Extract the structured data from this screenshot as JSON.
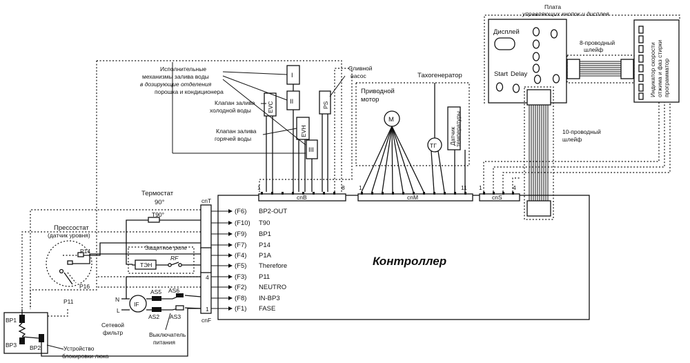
{
  "controller": {
    "title": "Контроллер"
  },
  "connectors": {
    "cnB": {
      "label": "cnB",
      "pin_first": "1",
      "pin_last": "8"
    },
    "cnM": {
      "label": "cnM",
      "pin_first": "1",
      "pin_last": "11"
    },
    "cnS": {
      "label": "cnS",
      "pin_first": "1",
      "pin_last": "4"
    },
    "cnT": {
      "label": "cnT"
    },
    "cnF": {
      "label": "cnF",
      "pin_4": "4",
      "pin_1": "1"
    }
  },
  "signals": [
    {
      "code": "(F6)",
      "name": "BP2-OUT"
    },
    {
      "code": "(F10)",
      "name": "T90"
    },
    {
      "code": "(F9)",
      "name": "BP1"
    },
    {
      "code": "(F7)",
      "name": "P14"
    },
    {
      "code": "(F4)",
      "name": "P1A"
    },
    {
      "code": "(F5)",
      "name": "Therefore"
    },
    {
      "code": "(F3)",
      "name": "P11"
    },
    {
      "code": "(F2)",
      "name": "NEUTRO"
    },
    {
      "code": "(F8)",
      "name": "IN-BP3"
    },
    {
      "code": "(F1)",
      "name": "FASE"
    }
  ],
  "valves": {
    "actuators_title": [
      "Исполнительные",
      "механизмы залива воды",
      "в дозирующие отделения",
      "порошка и кондиционера"
    ],
    "cold_title": [
      "Клапан залива",
      "холодной воды"
    ],
    "hot_title": [
      "Клапан залива",
      "горячей воды"
    ],
    "drain_title": [
      "Сливной",
      "насос"
    ],
    "evc": "EVC",
    "evh": "EVH",
    "ps": "PS",
    "v1": "I",
    "v2": "II",
    "v3": "III"
  },
  "motor": {
    "title": [
      "Приводной",
      "мотор"
    ],
    "symbol": "M"
  },
  "tacho": {
    "title": "Тахогенератор",
    "symbol": "ТГ"
  },
  "temp_sensor": {
    "label": [
      "Датчик",
      "температуры"
    ]
  },
  "panel": {
    "title": [
      "Плата",
      "управляющих кнопок и дисплея"
    ],
    "display": "Дисплей",
    "start": "Start",
    "delay": "Delay"
  },
  "cables": {
    "flat8": [
      "8-проводный",
      "шлейф"
    ],
    "flat10": [
      "10-проводный",
      "шлейф"
    ]
  },
  "indicator": {
    "label": [
      "Индикатор скорости",
      "отжима и фаз стирки",
      "программатор"
    ]
  },
  "thermostat": {
    "title": [
      "Термостат",
      "90°"
    ],
    "t90": "T90°"
  },
  "pressostat": {
    "title": [
      "Прессостат",
      "(датчик уровня)"
    ],
    "p14": "P14",
    "p16": "P16",
    "p11": "P11"
  },
  "relay": {
    "title": "Защитное реле",
    "ten": "ТЭН",
    "rf": "RF"
  },
  "filter": {
    "symbol": "IF",
    "n": "N",
    "l": "L",
    "title": [
      "Сетевой",
      "фильтр"
    ],
    "as5": "AS5",
    "as6": "AS6",
    "as2": "AS2",
    "as3": "AS3"
  },
  "power_switch": {
    "title": [
      "Выключатель",
      "питания"
    ]
  },
  "door_lock": {
    "bp1": "BP1",
    "bp2": "BP2",
    "bp3": "BP3",
    "title": [
      "Устройство",
      "блокировки люка"
    ]
  }
}
